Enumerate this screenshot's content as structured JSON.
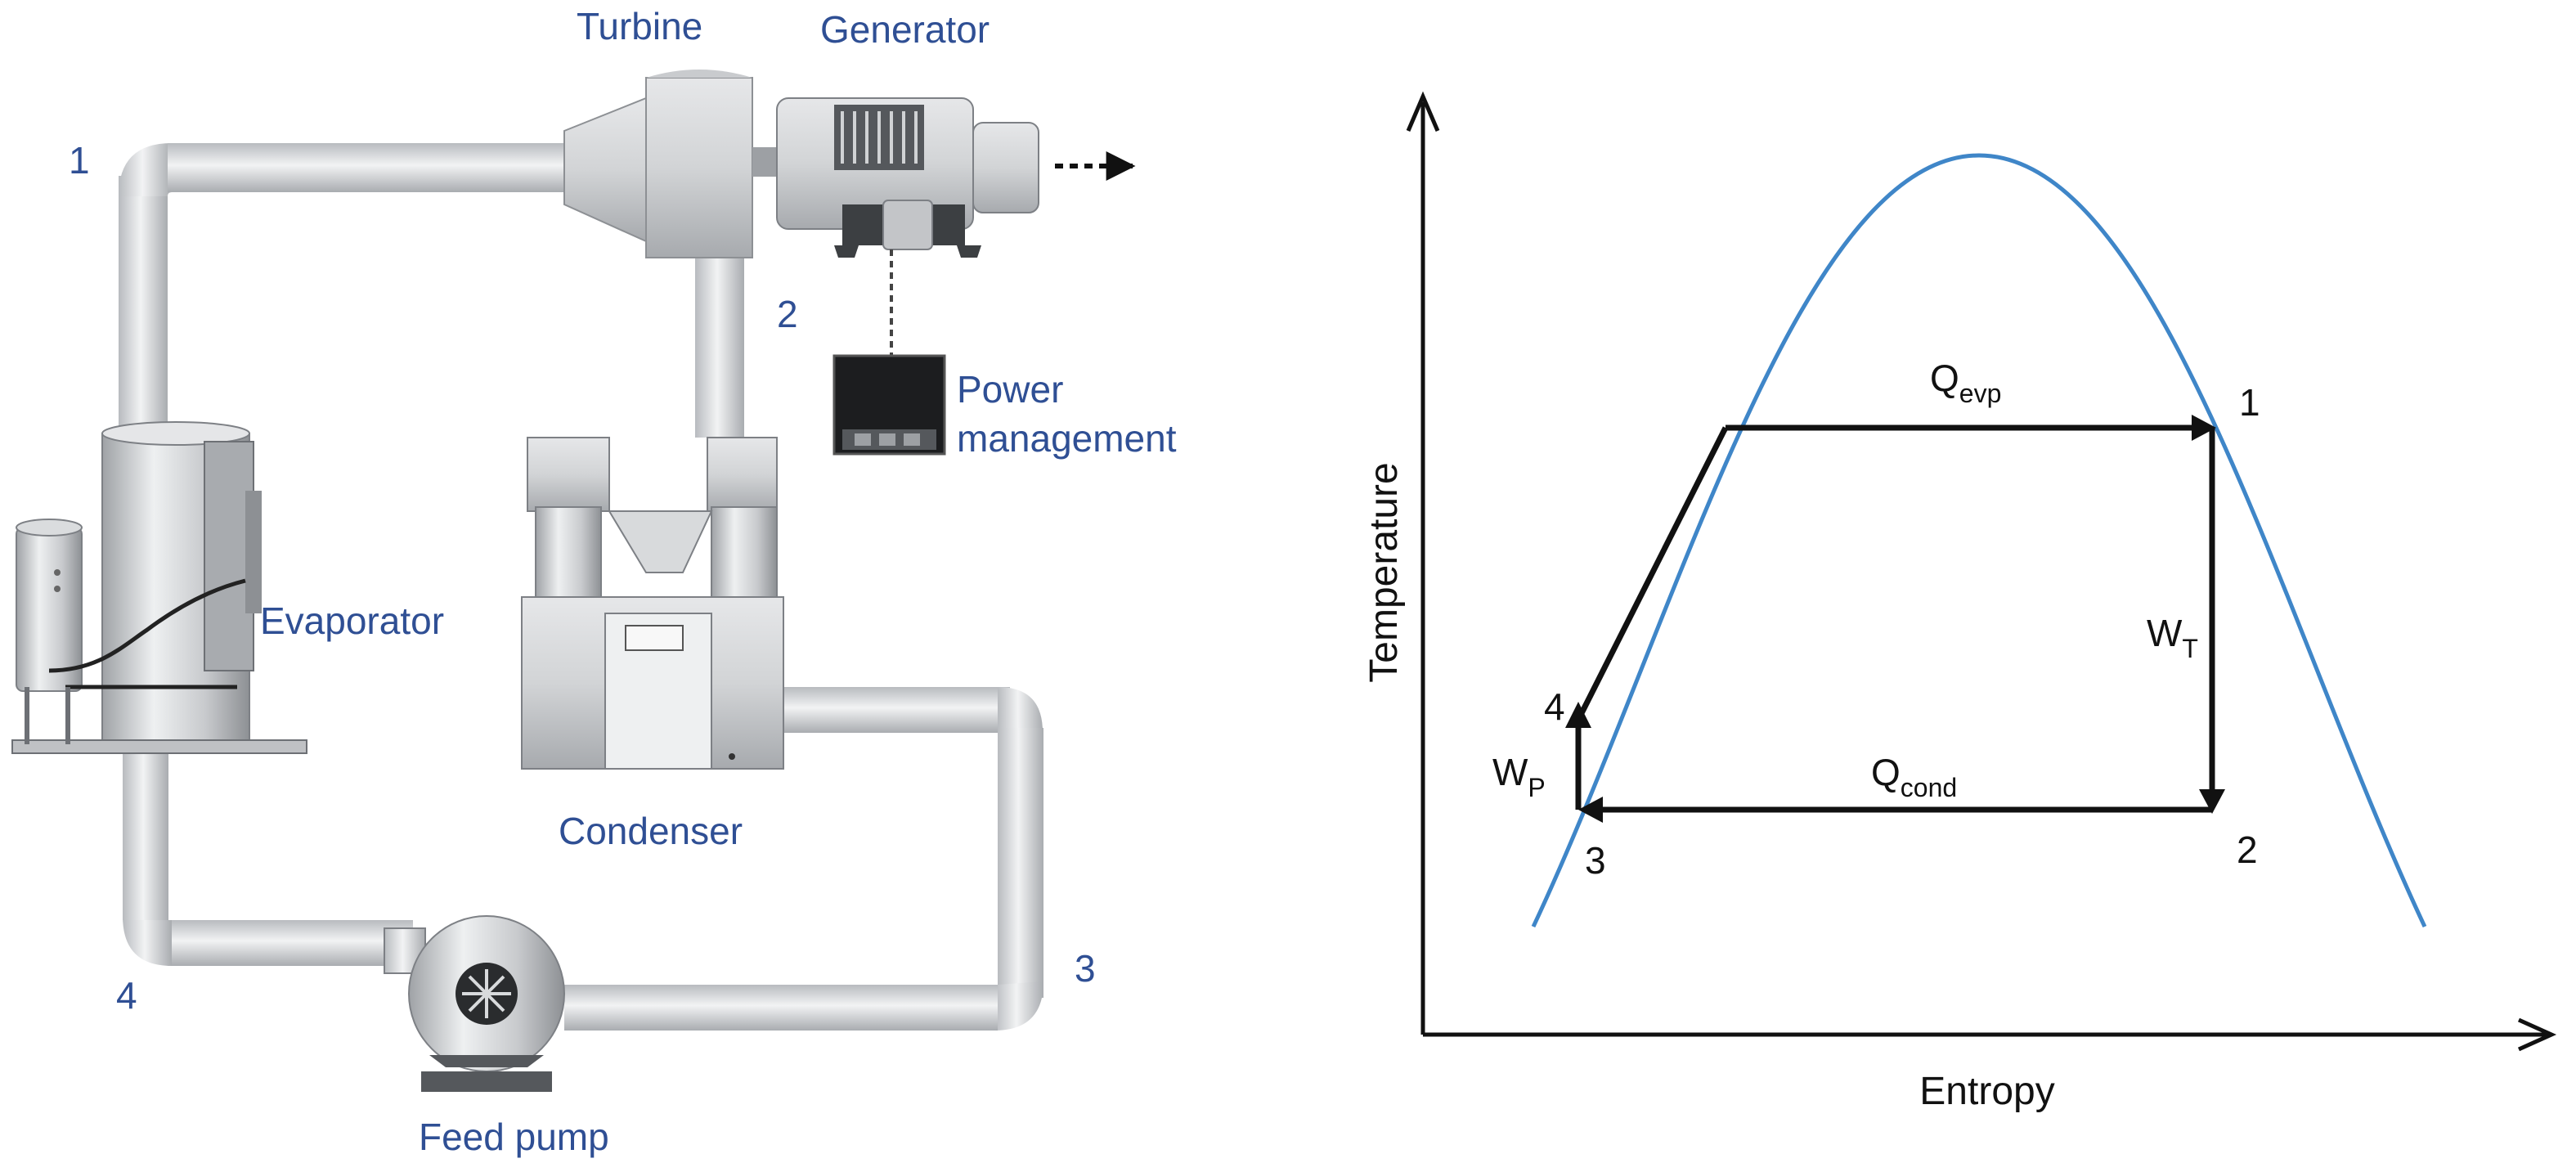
{
  "schematic": {
    "components": {
      "turbine": "Turbine",
      "generator": "Generator",
      "power_management_line1": "Power",
      "power_management_line2": "management",
      "evaporator": "Evaporator",
      "condenser": "Condenser",
      "feed_pump": "Feed pump"
    },
    "state_points": {
      "p1": "1",
      "p2": "2",
      "p3": "3",
      "p4": "4"
    }
  },
  "ts_diagram": {
    "axes": {
      "y_title": "Temperature",
      "x_title": "Entropy"
    },
    "state_points": {
      "p1": "1",
      "p2": "2",
      "p3": "3",
      "p4": "4"
    },
    "arrows": {
      "q_evp": {
        "main": "Q",
        "sub": "evp"
      },
      "q_cond": {
        "main": "Q",
        "sub": "cond"
      },
      "w_t": {
        "main": "W",
        "sub": "T"
      },
      "w_p": {
        "main": "W",
        "sub": "P"
      }
    },
    "colors": {
      "saturation_dome": "#3f86c8",
      "cycle_lines": "#111111",
      "axes": "#111111"
    }
  },
  "colors": {
    "label_blue": "#2f4f94"
  }
}
